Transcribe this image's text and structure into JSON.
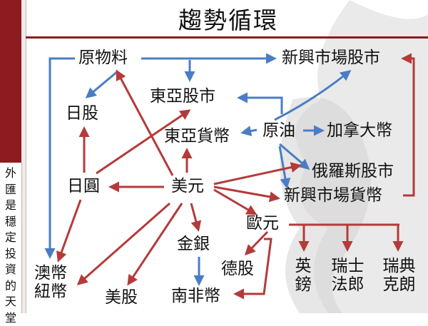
{
  "title": "趨勢循環",
  "sidebar": {
    "text": "外匯是穩定投資的天堂"
  },
  "nodes": {
    "raw_materials": "原物料",
    "emerging_stocks": "新興市場股市",
    "east_asia_stocks": "東亞股市",
    "jp_stocks": "日股",
    "east_asia_fx": "東亞貨幣",
    "oil": "原油",
    "cad": "加拿大幣",
    "russia_stocks": "俄羅斯股市",
    "jpy": "日圓",
    "usd": "美元",
    "emerging_fx": "新興市場貨幣",
    "eur": "歐元",
    "gold_silver": "金銀",
    "de_stocks": "德股",
    "gbp": "英鎊",
    "chf": "瑞士法郎",
    "sek": "瑞典克朗",
    "aud_nzd": "澳幣紐幣",
    "us_stocks": "美股",
    "zar": "南非幣"
  },
  "colors": {
    "blue_arrow": "#4a7dc4",
    "red_arrow": "#b53a3a",
    "accent": "#8e1b1f"
  }
}
